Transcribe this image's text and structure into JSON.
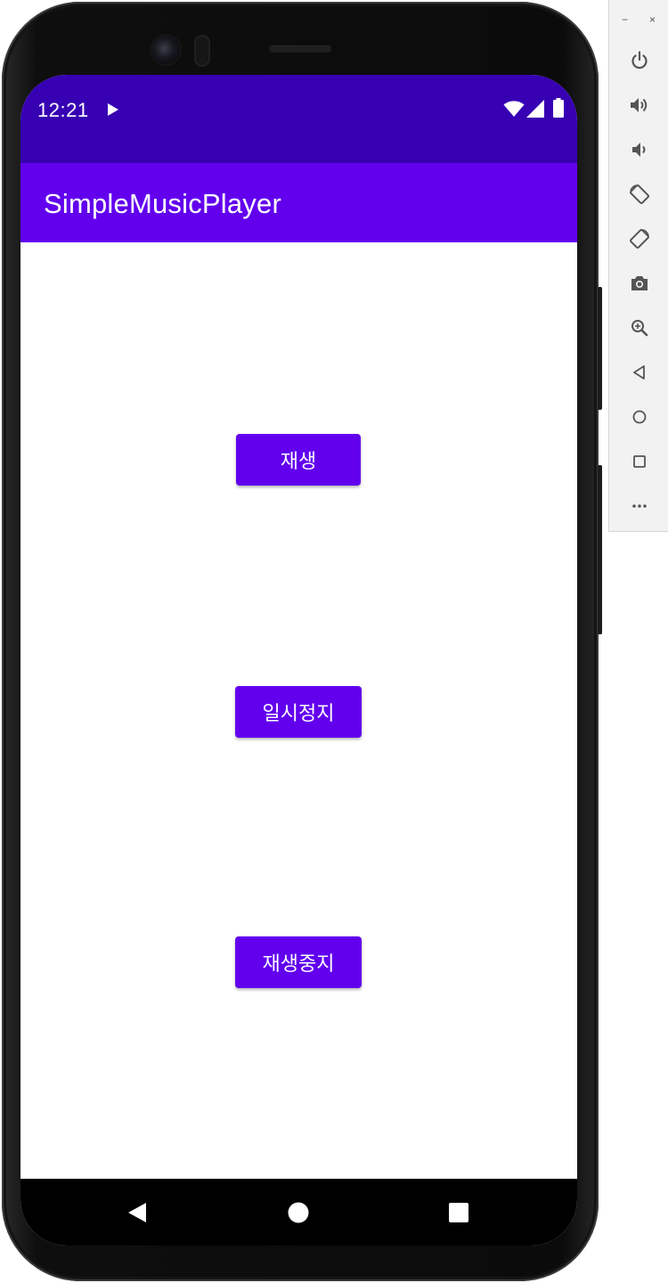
{
  "status_bar": {
    "time": "12:21",
    "icons": [
      "media-play-icon",
      "wifi-icon",
      "cellular-signal-icon",
      "battery-icon"
    ]
  },
  "app_bar": {
    "title": "SimpleMusicPlayer"
  },
  "buttons": {
    "play": "재생",
    "pause": "일시정지",
    "stop": "재생중지"
  },
  "navigation": {
    "icons": [
      "back-icon",
      "home-icon",
      "recents-icon"
    ]
  },
  "emulator_toolbar": {
    "window_controls": {
      "minimize": "−",
      "close": "×"
    },
    "tools": [
      "power-icon",
      "volume-up-icon",
      "volume-down-icon",
      "rotate-left-icon",
      "rotate-right-icon",
      "camera-icon",
      "zoom-icon",
      "back-icon",
      "home-icon",
      "overview-icon",
      "more-icon"
    ]
  },
  "colors": {
    "status_bar": "#3700b3",
    "app_bar": "#6200ee",
    "button": "#6200ee",
    "nav_bar": "#000000",
    "toolbar_bg": "#f2f2f2",
    "toolbar_icon": "#555555"
  }
}
